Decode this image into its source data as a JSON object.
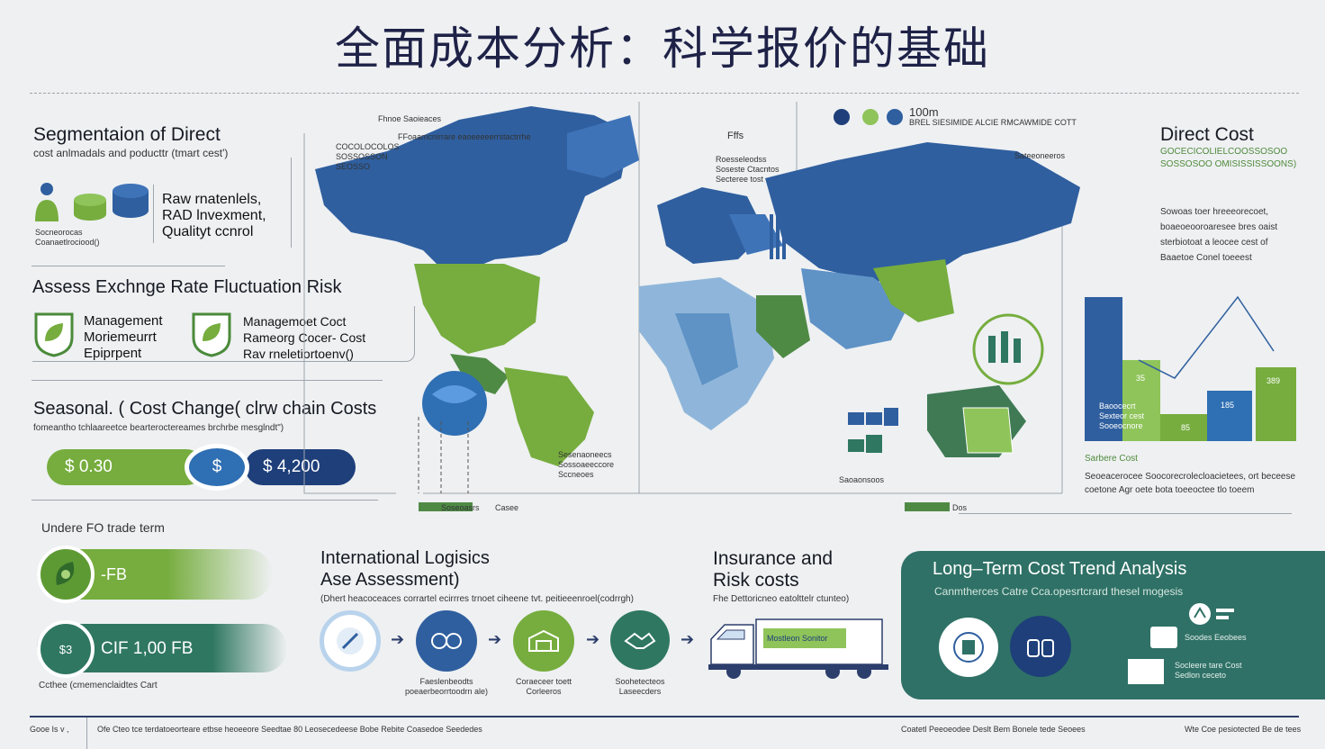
{
  "title": "全面成本分析：科学报价的基础",
  "segmentation": {
    "heading": "Segmentaion of Direct",
    "subheading": "cost anlmadals and poducttr (tmart cest')",
    "list": [
      "Raw rnatenlels,",
      "RAD lnvexment,",
      "Qualityt ccnrol"
    ],
    "caption": [
      "Socneorocas",
      "Coanaetlrociood()"
    ]
  },
  "exchange": {
    "heading": "Assess Exchnge Rate Fluctuation Risk",
    "item1": [
      "Management",
      "Moriemeurrt",
      "Epiprpent"
    ],
    "item2": [
      "Managemoet Coct",
      "Rameorg Cocer- Cost",
      "Rav rneletiortoenv()"
    ]
  },
  "seasonal": {
    "heading": "Seasonal. ( Cost Change( clrw chain Costs",
    "subheading": "fomeantho tchlaareetce bearteroctereames brchrbe mesglndt\")",
    "pill_left": "$    0.30",
    "pill_mid": "$",
    "pill_right": "$  4,200"
  },
  "fob": {
    "heading": "Undere FO trade term",
    "fob_label": "-FB",
    "cif_label": "CIF 1,00 FB",
    "cif_icon": "$3",
    "caption": "Ccthee (cmemenclaidtes Cart"
  },
  "logistics": {
    "heading": [
      "International Logisics",
      "Ase Assessment)"
    ],
    "subheading": "(Dhert heacoceaces corrartel ecirrres trnoet ciheene tvt. peitieeenroel(codrrgh)",
    "steps": [
      {
        "icon": "gauge-icon",
        "caption": ""
      },
      {
        "icon": "ship-icon",
        "caption": "Faeslenbeodts\npoeaerbeorrtoodrn ale)"
      },
      {
        "icon": "warehouse-icon",
        "caption": "Coraeceer toett\nCorleeros"
      },
      {
        "icon": "handshake-icon",
        "caption": "Soohetecteos\nLaseecders"
      }
    ]
  },
  "insurance": {
    "heading": [
      "Insurance and",
      "Risk costs"
    ],
    "subheading": "Fhe Dettoricneo eatolttelr ctunteo)",
    "truck_label": "Mostleon Sonitor"
  },
  "longterm": {
    "heading": "Long–Term Cost Trend Analysis",
    "subheading": "Canmtherces Catre Cca.opesrtcrard thesel mogesis",
    "right_top": "Soodes Eeobees",
    "right_bottom": [
      "Socleere tare Cost",
      "Sedlon ceceto"
    ]
  },
  "map": {
    "label_ne_1": "100m",
    "label_ne_2": "BREL SIESIMIDE ALCIE RMCAWMIDE COTT",
    "label_ffts": "Fffs",
    "label_tl": "Fhnoe Saoieaces",
    "label_top_bar": "FFoaamcnirrare eaoeeeeerrstactrrhe",
    "labels_left": [
      "COCOLOCOLOS",
      "SOSSOSSON",
      "SEOSSO"
    ],
    "labels_mid": [
      "Roesseleodss",
      "Soseste Ctacntos",
      "Secteree tost"
    ],
    "labels_bottom": [
      "Sesenaoneecs",
      "Sossoaeeccore",
      "Sccneoes"
    ],
    "label_bottom_center": "Saoaonsoos",
    "label_bottom_left": "Soseoasrs",
    "label_bottom_strip": "Casee",
    "label_russia": "Sateeoneeros",
    "label_bottom_right": "Dos"
  },
  "direct_cost": {
    "heading": "Direct Cost",
    "sub1": "GOCECICOLIELCOOSSOSOO",
    "sub2": "SOSSOSOO OMISISSISSOONS)",
    "para": [
      "Sowoas toer hreeeorecoet,",
      "boaeoeooroaresee bres oaist",
      "sterbiotoat a leocee cest of",
      "Baaetoe Conel toeeest"
    ],
    "bar_labels": [
      "35",
      "85",
      "185",
      "389"
    ],
    "bars_caption": [
      "Baoocecrt",
      "Sexteor cest",
      "Sooeocnore"
    ],
    "bottom_heading": "Sarbere Cost",
    "bottom_para": [
      "Seoeacerocee Soocorecrolecloacietees, ort beceese",
      "coetone Agr oete bota toeeoctee tlo toeem"
    ]
  },
  "footer": {
    "left": "Gooe Is v  ,",
    "mid": "Ofe Cteo tce terdatoeorteare etbse heoeeore Seedtae 80 Leosecedeese Bobe Rebite Coasedoe Seededes",
    "right1": "Coatetl Peeoeodee Deslt Bem Bonele tede Seoees",
    "right2": "Wte Coe pesiotected Be de tees"
  }
}
